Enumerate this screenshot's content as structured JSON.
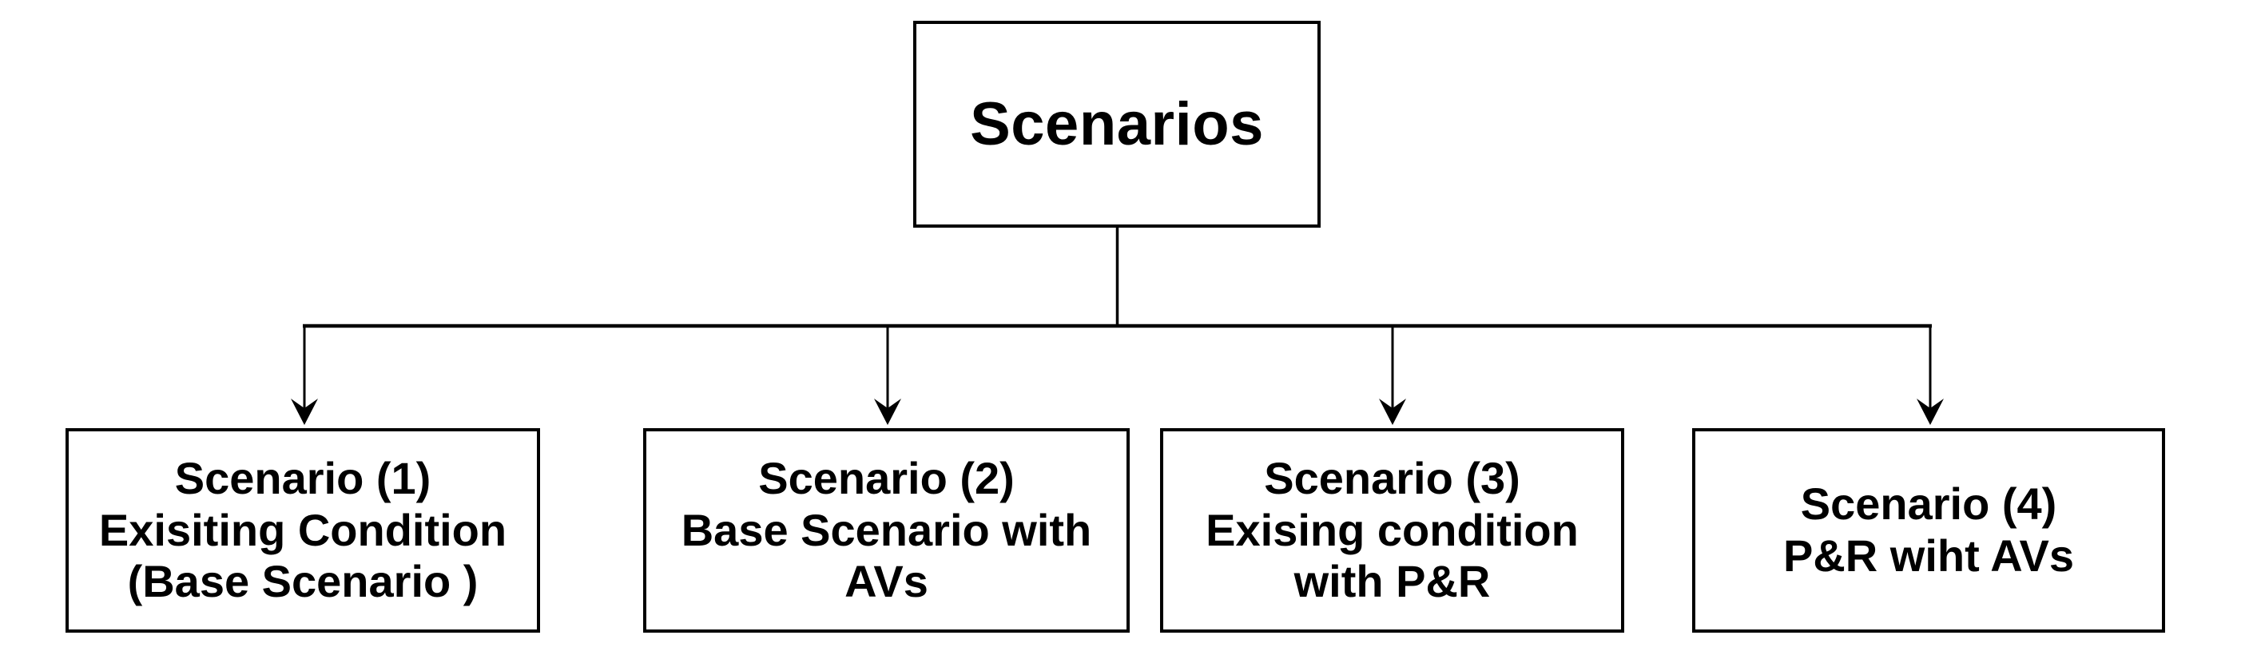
{
  "diagram": {
    "root": {
      "label": "Scenarios"
    },
    "children": [
      {
        "id": "scenario-1",
        "lines": [
          "Scenario (1)",
          "Exisiting Condition",
          "(Base Scenario )"
        ]
      },
      {
        "id": "scenario-2",
        "lines": [
          "Scenario (2)",
          "Base Scenario with",
          "AVs"
        ]
      },
      {
        "id": "scenario-3",
        "lines": [
          "Scenario (3)",
          "Exising condition",
          "with P&R"
        ]
      },
      {
        "id": "scenario-4",
        "lines": [
          "Scenario (4)",
          "P&R wiht AVs"
        ]
      }
    ],
    "colors": {
      "line": "#000000",
      "box_border": "#000000",
      "box_fill": "#ffffff",
      "text": "#000000",
      "background": "#ffffff"
    }
  }
}
